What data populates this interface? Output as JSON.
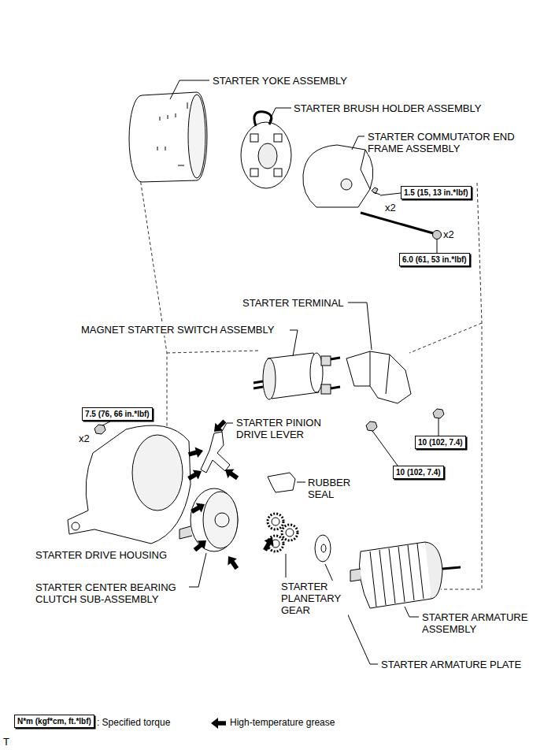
{
  "diagram": {
    "nodes": [
      {
        "text": [
          "1.5 (15, 13 in.*lbf)"
        ]
      },
      {
        "text": [
          "6.0 (61, 53 in.*lbf)"
        ]
      },
      {
        "text": [
          "7.5 (76, 66 in.*lbf)"
        ]
      },
      {
        "text": [
          "10 (102, 7.4)"
        ]
      },
      {
        "text": [
          "10 (102, 7.4)"
        ]
      },
      {
        "text": [
          "N*m (kgf*cm, ft.*lbf)"
        ]
      }
    ],
    "labels": [
      "STARTER YOKE ASSEMBLY",
      "STARTER BRUSH HOLDER ASSEMBLY",
      "STARTER COMMUTATOR END FRAME ASSEMBLY",
      "x2",
      "x2",
      "STARTER TERMINAL",
      "MAGNET STARTER SWITCH ASSEMBLY",
      "x2",
      "STARTER PINION DRIVE LEVER",
      "RUBBER SEAL",
      "STARTER DRIVE HOUSING",
      "STARTER CENTER BEARING CLUTCH SUB-ASSEMBLY",
      "STARTER PLANETARY GEAR",
      "STARTER ARMATURE ASSEMBLY",
      "STARTER ARMATURE PLATE",
      "T"
    ],
    "legend": [
      {
        "text": ": Specified torque"
      },
      {
        "text": "High-temperature grease"
      }
    ]
  }
}
